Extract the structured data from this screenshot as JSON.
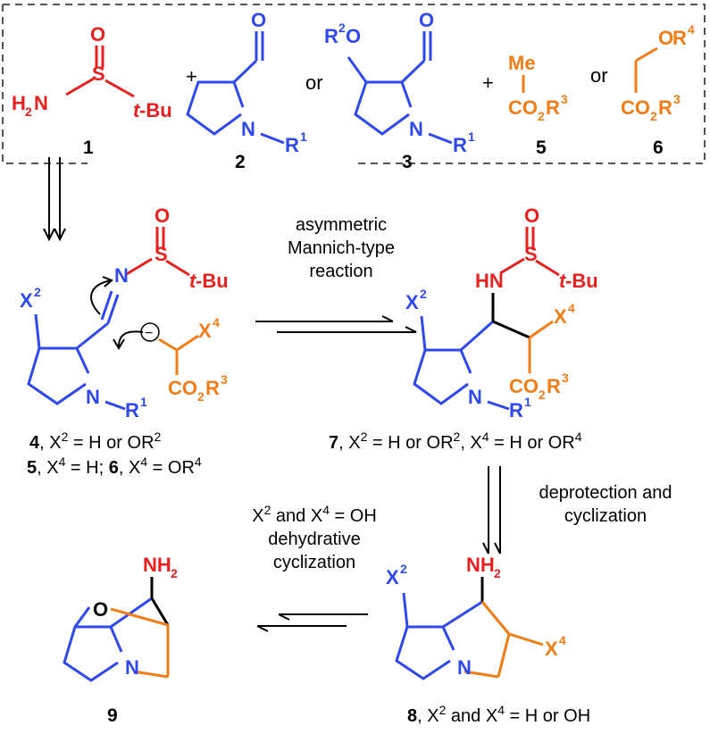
{
  "colors": {
    "red": "#e8201f",
    "blue": "#2f49ee",
    "orange": "#f07d18",
    "black": "#000000"
  },
  "labels": {
    "O": "O",
    "S": "S",
    "N": "N",
    "H2N": "H",
    "H2N_sub": "2",
    "H2N_N": "N",
    "tBu_t": "t",
    "tBu_rest": "-Bu",
    "R": "R",
    "sup1": "1",
    "sup2": "2",
    "sup3": "3",
    "sup4": "4",
    "X": "X",
    "Me": "Me",
    "CO": "CO",
    "sub2": "2",
    "HN": "HN",
    "NH": "NH",
    "minus": "−",
    "plus": "+",
    "or": "or"
  },
  "compounds": {
    "c1": "1",
    "c2": "2",
    "c3": "3",
    "c5": "5",
    "c6": "6",
    "c9": "9"
  },
  "captions": {
    "cap4_num": "4",
    "cap4_text": ", X",
    "cap4_sup": "2",
    "cap4_rest": " = H or OR",
    "cap4_sup2": "2",
    "cap56_num5": "5",
    "cap56_a": ", X",
    "cap56_sup": "4",
    "cap56_b": " = H; ",
    "cap56_num6": "6",
    "cap56_c": ", X",
    "cap56_sup2": "4",
    "cap56_d": " = OR",
    "cap56_sup3": "4",
    "cap7_num": "7",
    "cap7_a": ", X",
    "cap7_sup": "2",
    "cap7_b": " = H or OR",
    "cap7_sup2": "2",
    "cap7_c": ", X",
    "cap7_sup3": "4",
    "cap7_d": " = H or OR",
    "cap7_sup4": "4",
    "cap8_num": "8",
    "cap8_a": ", X",
    "cap8_sup": "2",
    "cap8_b": " and X",
    "cap8_sup2": "4",
    "cap8_c": " = H or OH"
  },
  "reactions": {
    "mannich_line1": "asymmetric",
    "mannich_line2": "Mannich-type",
    "mannich_line3": "reaction",
    "deprot_line1": "deprotection and",
    "deprot_line2": "cyclization",
    "dehyd_line1a": "X",
    "dehyd_line1_sup": "2",
    "dehyd_line1b": " and X",
    "dehyd_line1_sup2": "4",
    "dehyd_line1c": " = OH",
    "dehyd_line2": "dehydrative",
    "dehyd_line3": "cyclization"
  }
}
